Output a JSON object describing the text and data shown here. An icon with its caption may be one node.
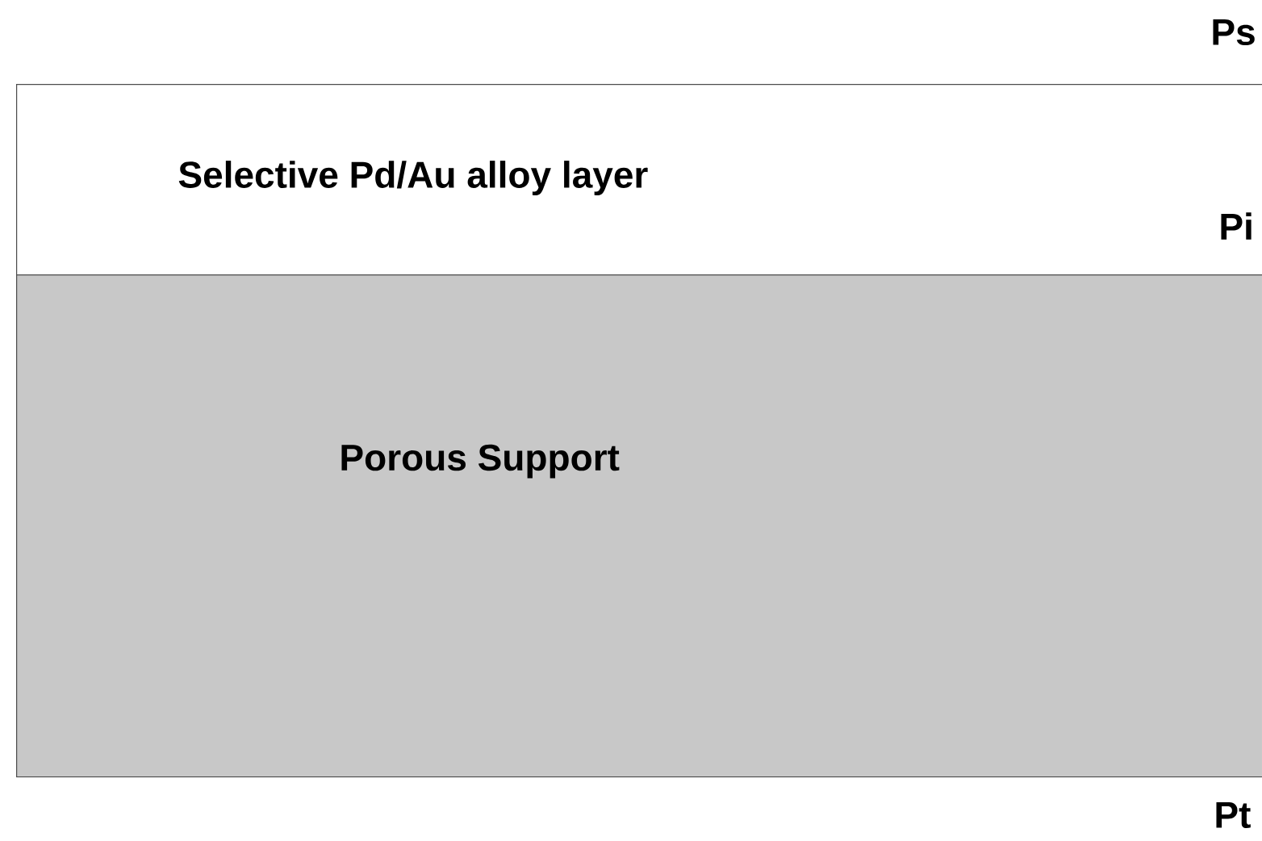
{
  "diagram": {
    "nodes": [
      {
        "text": [
          "Selective Pd/Au alloy layer"
        ]
      },
      {
        "text": [
          "Porous Support"
        ]
      }
    ],
    "labels": [
      "Ps",
      "Pi",
      "Pt"
    ]
  }
}
